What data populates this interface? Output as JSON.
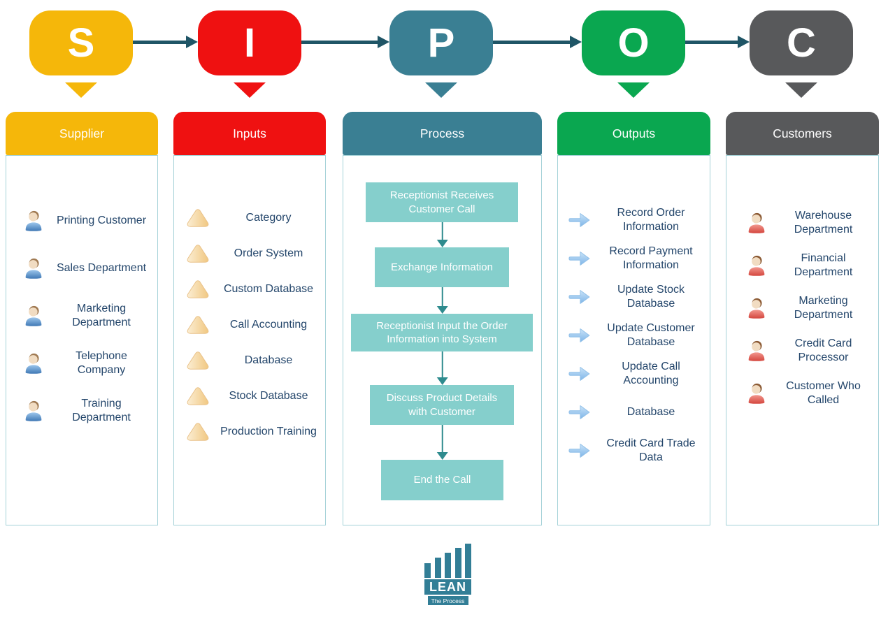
{
  "palette": {
    "supplier_yellow": "#F5B70A",
    "inputs_red": "#EF1111",
    "process_teal": "#3A7F93",
    "outputs_green": "#0AA750",
    "customers_gray": "#58595B",
    "banner_arrow": "#1F5566",
    "flow_box_fill": "#85CFCC",
    "flow_arrow": "#2E8B8E",
    "column_border": "#A5D2D8",
    "item_text": "#24466B",
    "logo_teal": "#327E96"
  },
  "banner": {
    "letters": [
      {
        "label": "S",
        "color": "#F5B70A"
      },
      {
        "label": "I",
        "color": "#EF1111"
      },
      {
        "label": "P",
        "color": "#3A7F93"
      },
      {
        "label": "O",
        "color": "#0AA750"
      },
      {
        "label": "C",
        "color": "#58595B"
      }
    ]
  },
  "columns": [
    {
      "id": "supplier",
      "title": "Supplier",
      "color": "#F5B70A",
      "icon": "person-blue-icon",
      "items": [
        "Printing Customer",
        "Sales Department",
        "Marketing Department",
        "Telephone Company",
        "Training Department"
      ]
    },
    {
      "id": "inputs",
      "title": "Inputs",
      "color": "#EF1111",
      "icon": "cone-icon",
      "items": [
        "Category",
        "Order System",
        "Custom Database",
        "Call Accounting",
        "Database",
        "Stock Database",
        "Production Training"
      ]
    },
    {
      "id": "process",
      "title": "Process",
      "color": "#3A7F93",
      "steps": [
        "Receptionist Receives Customer Call",
        "Exchange Information",
        "Receptionist Input the Order Information into System",
        "Discuss Product Details with Customer",
        "End the Call"
      ]
    },
    {
      "id": "outputs",
      "title": "Outputs",
      "color": "#0AA750",
      "icon": "arrow-right-icon",
      "items": [
        "Record Order Information",
        "Record Payment Information",
        "Update Stock Database",
        "Update Customer Database",
        "Update Call Accounting",
        "Database",
        "Credit Card Trade Data"
      ]
    },
    {
      "id": "customers",
      "title": "Customers",
      "color": "#58595B",
      "icon": "person-red-icon",
      "items": [
        "Warehouse Department",
        "Financial Department",
        "Marketing Department",
        "Credit Card Processor",
        "Customer Who Called"
      ]
    }
  ],
  "logo": {
    "name": "LEAN",
    "tagline": "The Process"
  }
}
